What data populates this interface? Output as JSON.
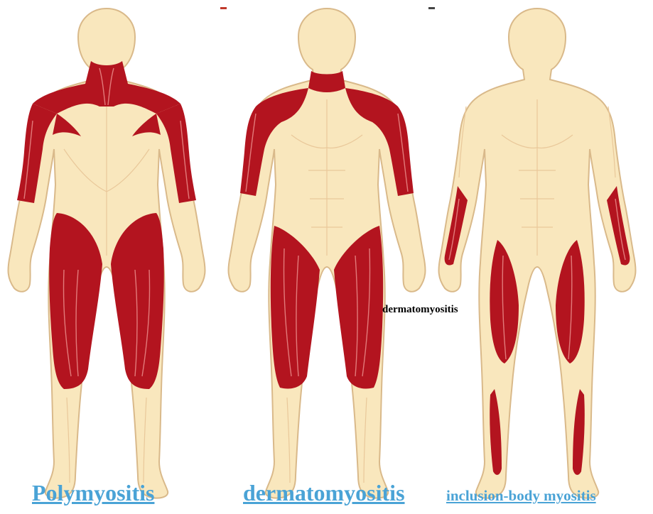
{
  "figures": [
    {
      "label": "Polymyositis",
      "view": "posterior"
    },
    {
      "label": "dermatomyositis",
      "view": "anterior"
    },
    {
      "label": "inclusion-body myositis",
      "view": "anterior"
    }
  ],
  "annotation": "dermatomyositis",
  "colors": {
    "skin": "#f9e7bd",
    "skin_shade": "#f4d9a3",
    "outline": "#d9b98a",
    "muscle": "#b3141f",
    "muscle_line": "#e27a7a",
    "label_blue": "#4aa3d6"
  }
}
